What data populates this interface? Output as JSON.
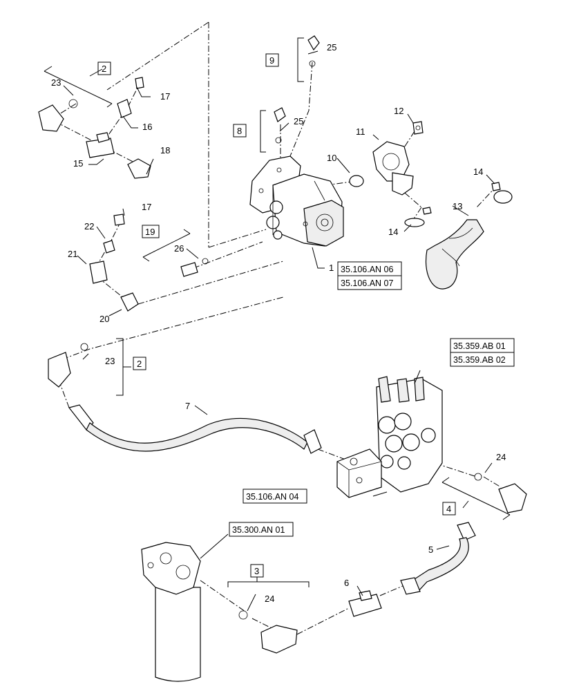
{
  "callouts": {
    "c1": "1",
    "c2a": "2",
    "c2b": "2",
    "c3": "3",
    "c4": "4",
    "c5": "5",
    "c6": "6",
    "c7": "7",
    "c8": "8",
    "c9": "9",
    "c10": "10",
    "c11": "11",
    "c12": "12",
    "c13": "13",
    "c14a": "14",
    "c14b": "14",
    "c15": "15",
    "c16": "16",
    "c17a": "17",
    "c17b": "17",
    "c18": "18",
    "c19": "19",
    "c20": "20",
    "c21": "21",
    "c22": "22",
    "c23a": "23",
    "c23b": "23",
    "c24a": "24",
    "c24b": "24",
    "c25a": "25",
    "c25b": "25",
    "c26": "26"
  },
  "references": {
    "pump_a": "35.106.AN 06",
    "pump_b": "35.106.AN 07",
    "valve_a": "35.359.AB 01",
    "valve_b": "35.359.AB 02",
    "block": "35.106.AN 04",
    "filter": "35.300.AN 01"
  }
}
